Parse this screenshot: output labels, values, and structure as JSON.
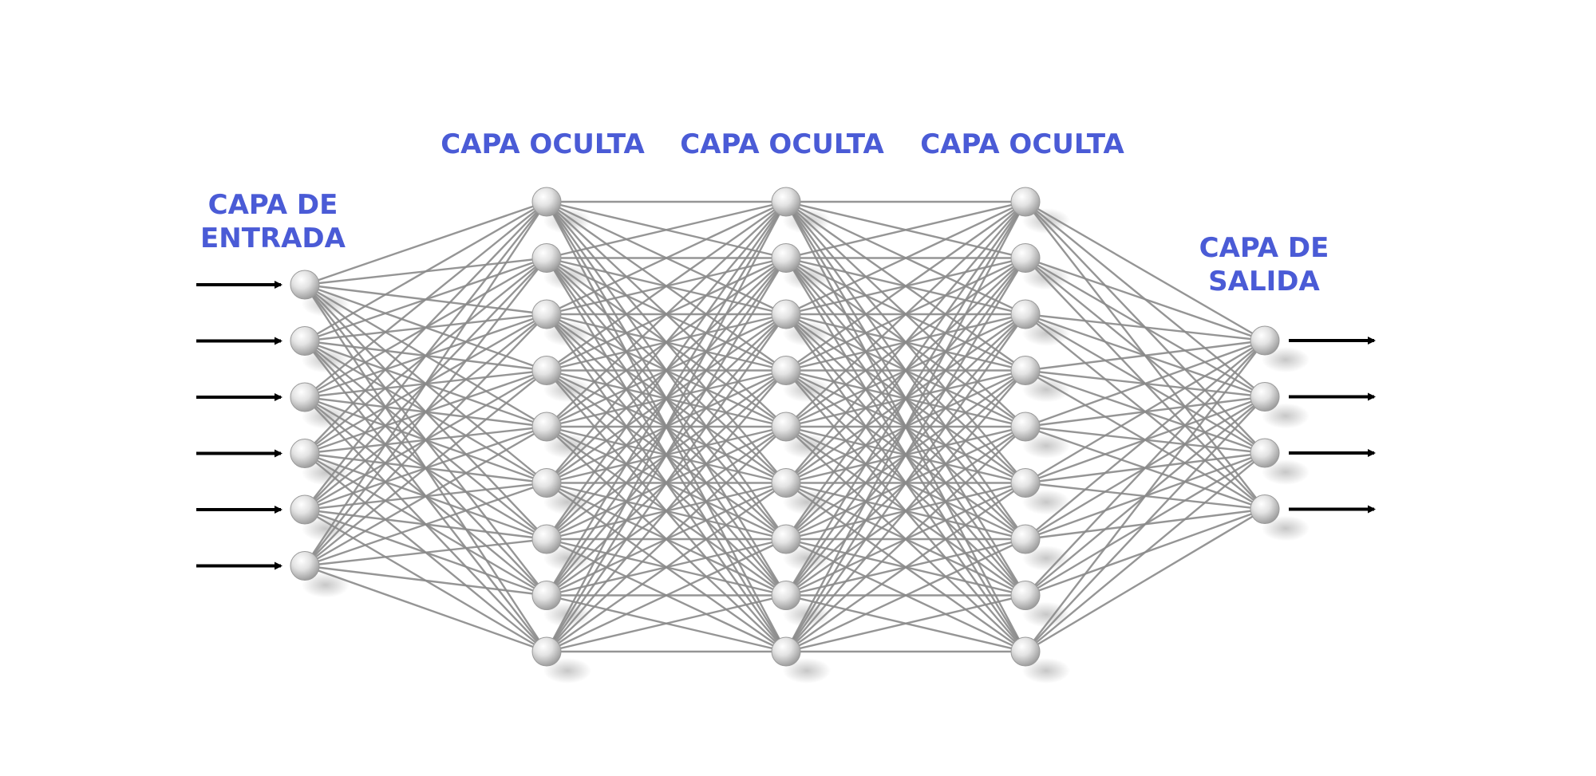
{
  "colors": {
    "label": "#4a5bd6",
    "connection": "#8a8a8a",
    "arrow": "#000000",
    "node_light": "#ffffff",
    "node_dark": "#a9a9a9"
  },
  "layers": [
    {
      "label_lines": [
        "CAPA DE",
        "ENTRADA"
      ],
      "nodes": 6,
      "role": "input"
    },
    {
      "label_lines": [
        "CAPA OCULTA"
      ],
      "nodes": 9,
      "role": "hidden"
    },
    {
      "label_lines": [
        "CAPA OCULTA"
      ],
      "nodes": 9,
      "role": "hidden"
    },
    {
      "label_lines": [
        "CAPA OCULTA"
      ],
      "nodes": 9,
      "role": "hidden"
    },
    {
      "label_lines": [
        "CAPA DE",
        "SALIDA"
      ],
      "nodes": 4,
      "role": "output"
    }
  ],
  "input_arrows": 6,
  "output_arrows": 4
}
